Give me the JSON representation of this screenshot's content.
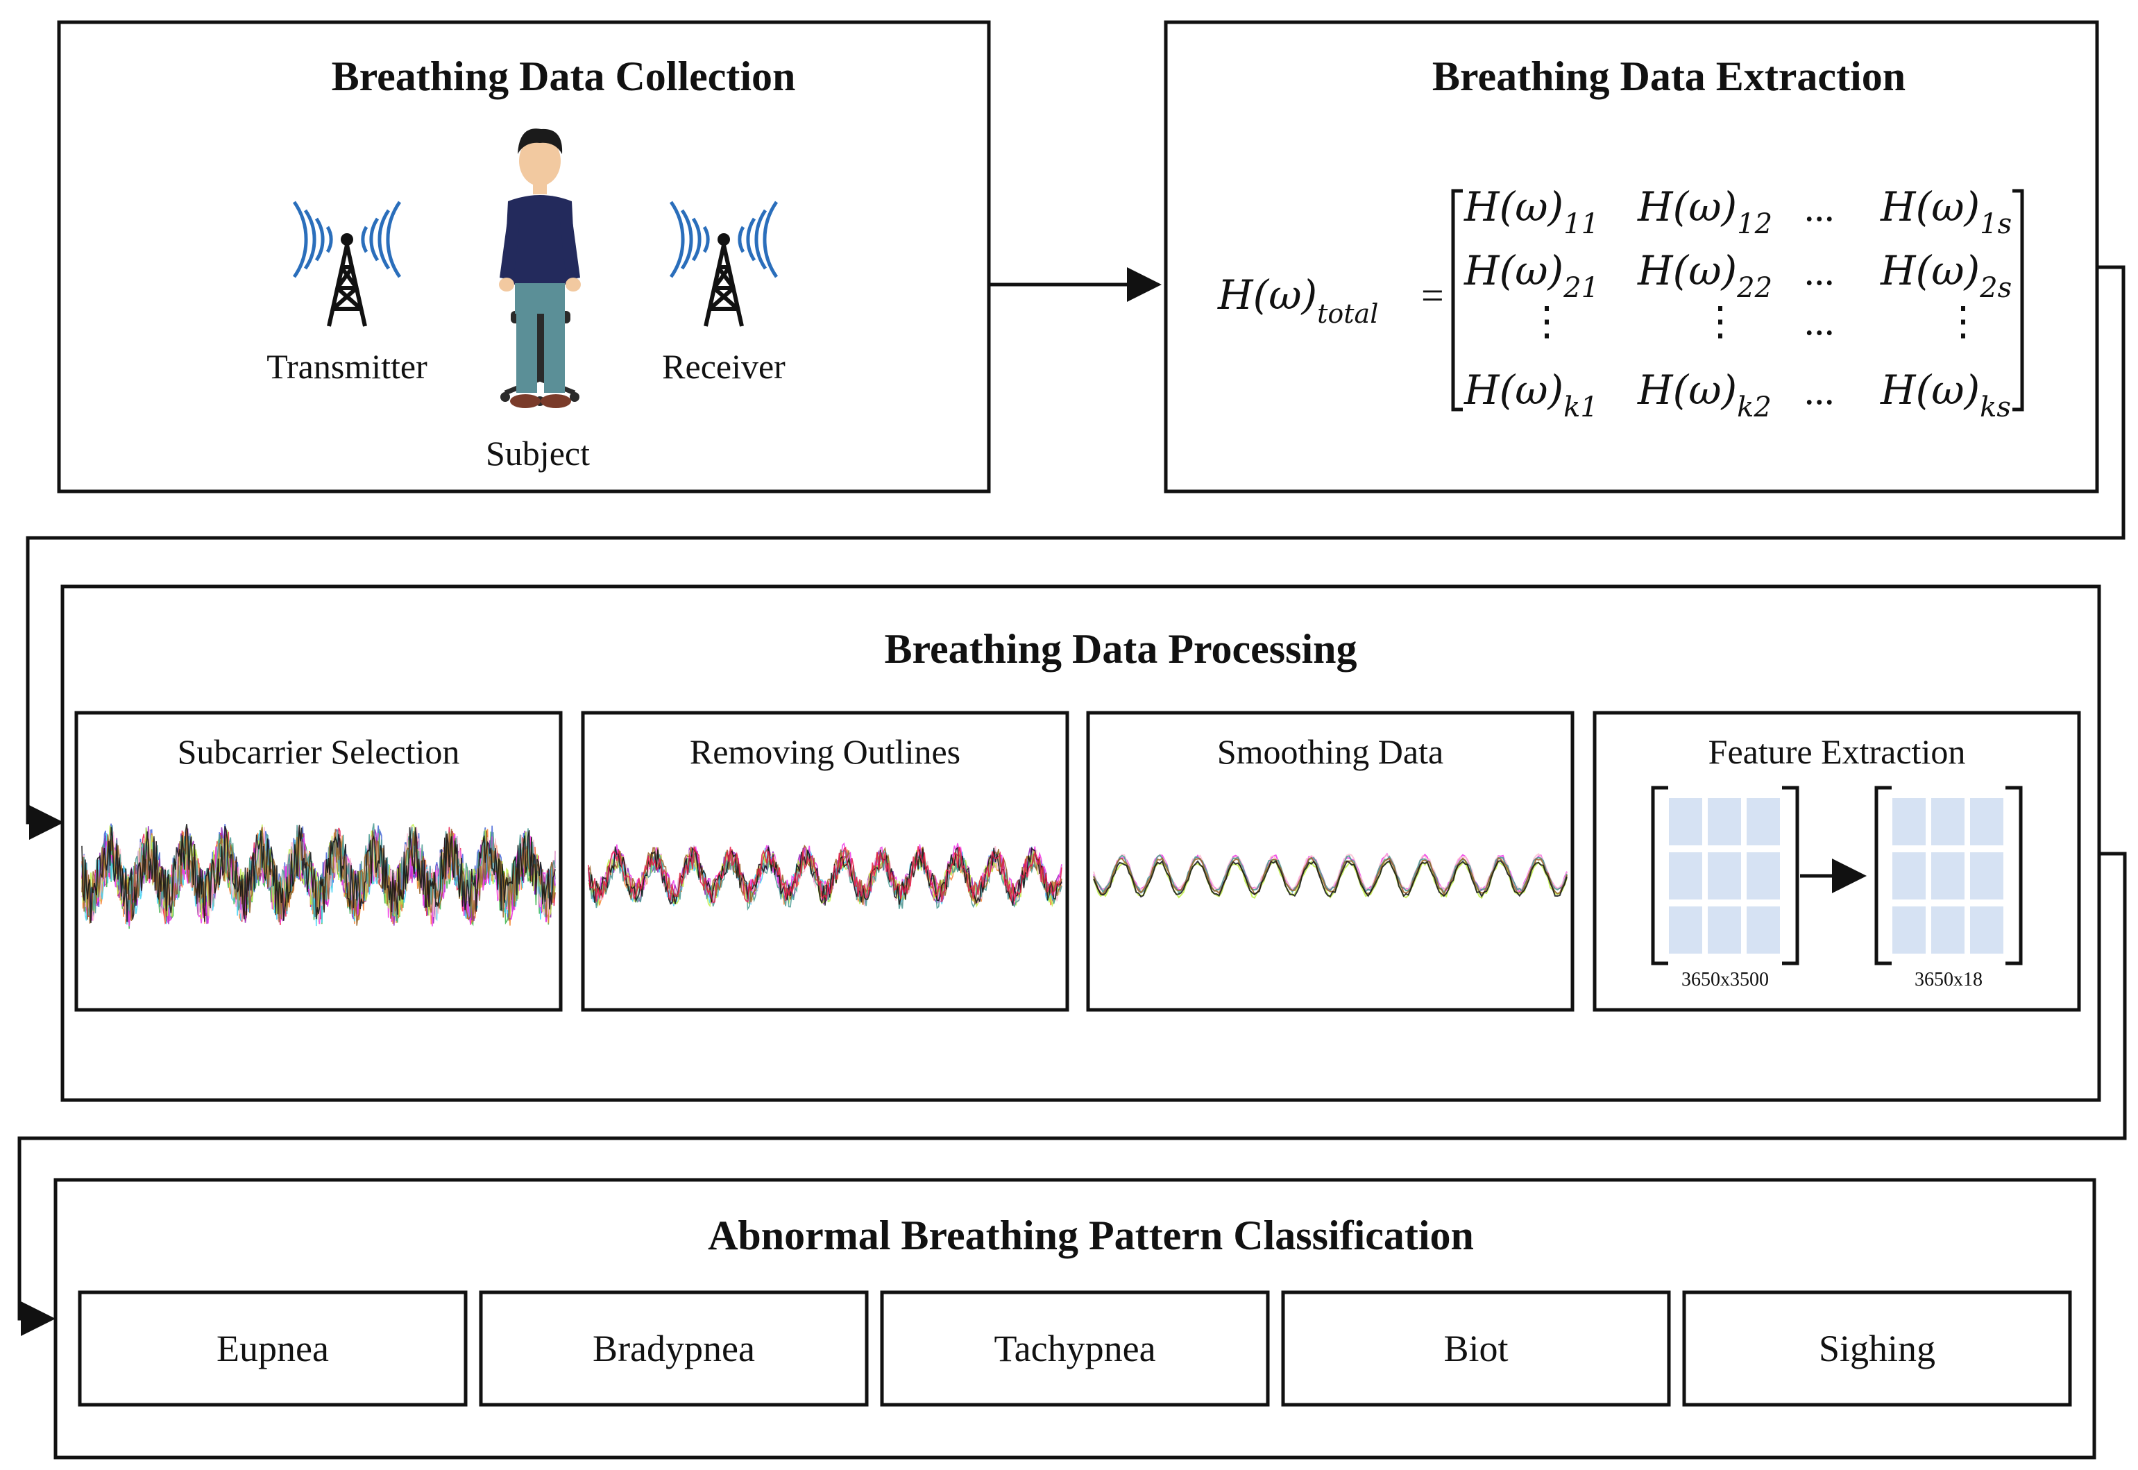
{
  "collection": {
    "title": "Breathing Data Collection",
    "transmitter": "Transmitter",
    "subject": "Subject",
    "receiver": "Receiver"
  },
  "extraction": {
    "title": "Breathing Data Extraction",
    "lhs": "H(ω)",
    "lhs_sub": "total",
    "equals": "=",
    "ellipsis": "...",
    "vdots": "⋮",
    "matrix": [
      [
        {
          "base": "H(ω)",
          "sub": "11"
        },
        {
          "base": "H(ω)",
          "sub": "12"
        },
        {
          "base": "...",
          "sub": ""
        },
        {
          "base": "H(ω)",
          "sub": "1s"
        }
      ],
      [
        {
          "base": "H(ω)",
          "sub": "21"
        },
        {
          "base": "H(ω)",
          "sub": "22"
        },
        {
          "base": "...",
          "sub": ""
        },
        {
          "base": "H(ω)",
          "sub": "2s"
        }
      ],
      [
        {
          "base": "⋮",
          "sub": ""
        },
        {
          "base": "⋮",
          "sub": ""
        },
        {
          "base": "...",
          "sub": ""
        },
        {
          "base": "⋮",
          "sub": ""
        }
      ],
      [
        {
          "base": "H(ω)",
          "sub": "k1"
        },
        {
          "base": "H(ω)",
          "sub": "k2"
        },
        {
          "base": "...",
          "sub": ""
        },
        {
          "base": "H(ω)",
          "sub": "ks"
        }
      ]
    ]
  },
  "processing": {
    "title": "Breathing Data Processing",
    "steps": [
      {
        "label": "Subcarrier Selection",
        "noise": 1.0
      },
      {
        "label": "Removing Outlines",
        "noise": 0.45
      },
      {
        "label": "Smoothing Data",
        "noise": 0.08
      },
      {
        "label": "Feature Extraction"
      }
    ],
    "feature": {
      "input_size": "3650x3500",
      "output_size": "3650x18"
    }
  },
  "classification": {
    "title": "Abnormal Breathing Pattern Classification",
    "classes": [
      "Eupnea",
      "Bradypnea",
      "Tachypnea",
      "Biot",
      "Sighing"
    ]
  },
  "colors": {
    "stroke": "#111111",
    "antenna": "#2a6ebb",
    "grid_cell": "#d6e2f3",
    "shirt": "#232a5c",
    "pants": "#5b8f97",
    "skin": "#f2c9a0",
    "hair": "#1b1b1b"
  }
}
